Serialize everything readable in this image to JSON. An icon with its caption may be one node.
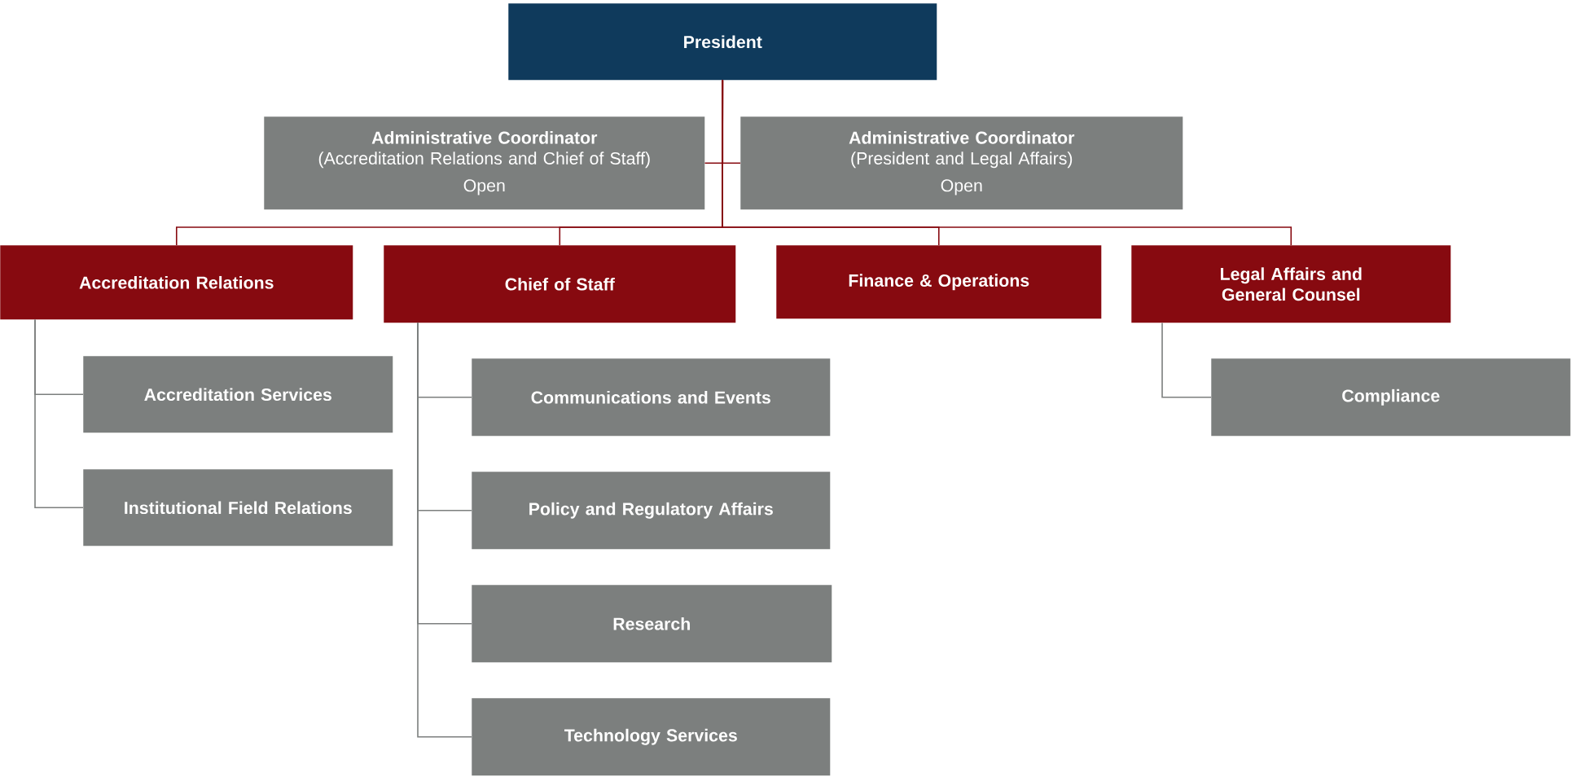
{
  "diagram": {
    "nodes": [
      {
        "text": [
          "President"
        ]
      },
      {
        "text": [
          "Administrative Coordinator",
          "(Accreditation Relations and Chief of Staff)",
          "Open"
        ]
      },
      {
        "text": [
          "Administrative Coordinator",
          "(President and Legal Affairs)",
          "Open"
        ]
      },
      {
        "text": [
          "Accreditation Relations"
        ]
      },
      {
        "text": [
          "Chief of Staff"
        ]
      },
      {
        "text": [
          "Finance & Operations"
        ]
      },
      {
        "text": [
          "Legal Affairs and General Counsel"
        ]
      },
      {
        "text": [
          "Accreditation Services"
        ]
      },
      {
        "text": [
          "Institutional Field Relations"
        ]
      },
      {
        "text": [
          "Communications and Events"
        ]
      },
      {
        "text": [
          "Policy and Regulatory Affairs"
        ]
      },
      {
        "text": [
          "Research"
        ]
      },
      {
        "text": [
          "Technology Services"
        ]
      },
      {
        "text": [
          "Compliance"
        ]
      }
    ],
    "edges": [
      {
        "from": 0,
        "to": 1,
        "arrow": "none",
        "color": "#870a10"
      },
      {
        "from": 0,
        "to": 2,
        "arrow": "none",
        "color": "#870a10"
      },
      {
        "from": 0,
        "to": 3,
        "arrow": "none",
        "color": "#870a10"
      },
      {
        "from": 0,
        "to": 4,
        "arrow": "none",
        "color": "#870a10"
      },
      {
        "from": 0,
        "to": 5,
        "arrow": "none",
        "color": "#870a10"
      },
      {
        "from": 0,
        "to": 6,
        "arrow": "none",
        "color": "#870a10"
      },
      {
        "from": 3,
        "to": 7,
        "arrow": "none",
        "color": "#7c7f7e"
      },
      {
        "from": 3,
        "to": 8,
        "arrow": "none",
        "color": "#7c7f7e"
      },
      {
        "from": 4,
        "to": 9,
        "arrow": "none",
        "color": "#7c7f7e"
      },
      {
        "from": 4,
        "to": 10,
        "arrow": "none",
        "color": "#7c7f7e"
      },
      {
        "from": 4,
        "to": 11,
        "arrow": "none",
        "color": "#7c7f7e"
      },
      {
        "from": 4,
        "to": 12,
        "arrow": "none",
        "color": "#7c7f7e"
      },
      {
        "from": 6,
        "to": 13,
        "arrow": "none",
        "color": "#7c7f7e"
      }
    ]
  }
}
